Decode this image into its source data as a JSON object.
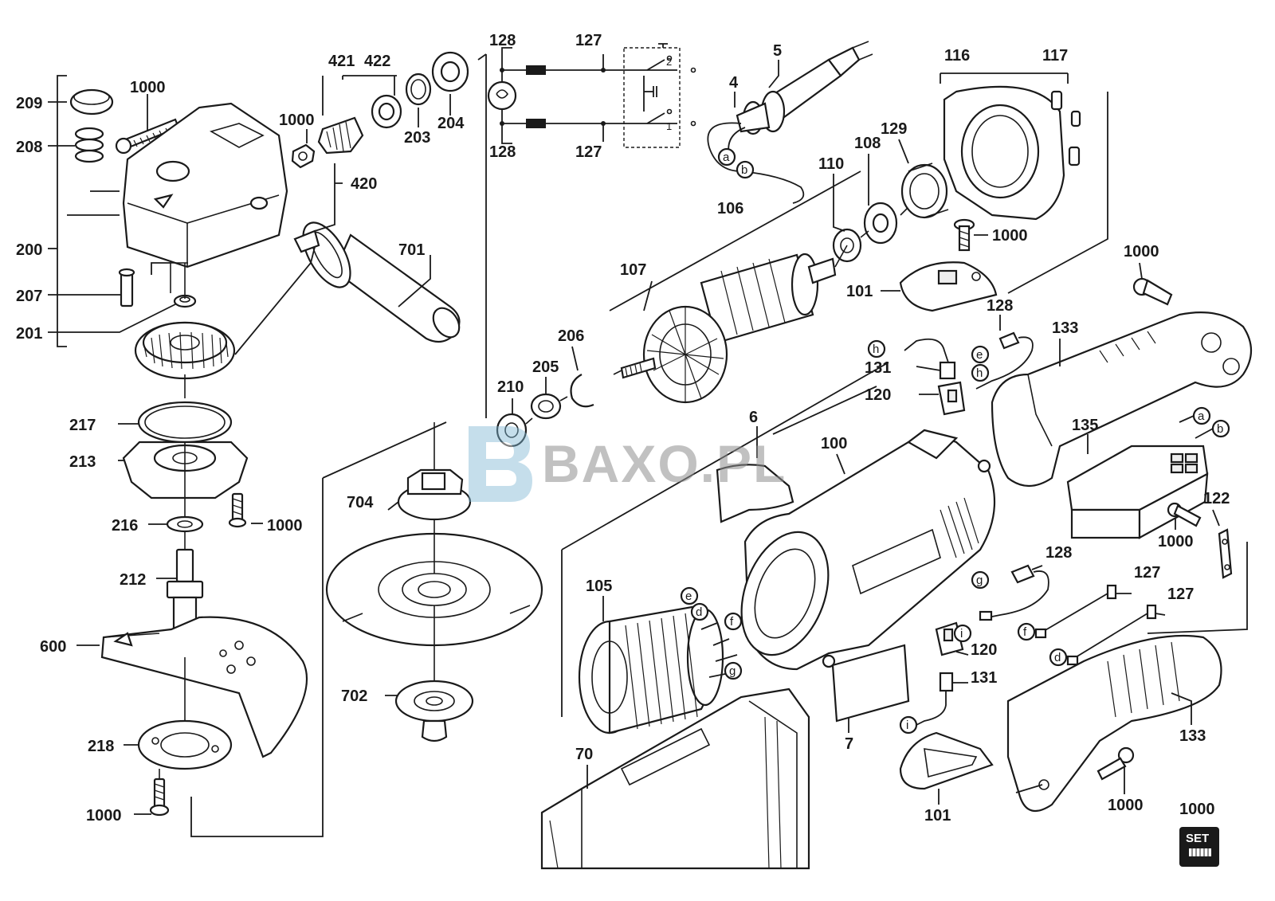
{
  "watermark": {
    "text": "BAXO.PL",
    "icon": "baxo-b-logo-icon"
  },
  "labels": {
    "l209": "209",
    "l208": "208",
    "l200": "200",
    "l207": "207",
    "l201": "201",
    "l1000_a": "1000",
    "l1000_b": "1000",
    "l421": "421",
    "l422": "422",
    "l420": "420",
    "l203": "203",
    "l204": "204",
    "l701": "701",
    "l217": "217",
    "l213": "213",
    "l216": "216",
    "l1000_c": "1000",
    "l212": "212",
    "l600": "600",
    "l218": "218",
    "l1000_d": "1000",
    "l128_a": "128",
    "l127_a": "127",
    "l128_b": "128",
    "l127_b": "127",
    "l5": "5",
    "l4": "4",
    "l116": "116",
    "l117": "117",
    "l129": "129",
    "l110": "110",
    "l108": "108",
    "l106": "106",
    "l107": "107",
    "l1000_e": "1000",
    "l101_a": "101",
    "l1000_f": "1000",
    "l128_c": "128",
    "l133_a": "133",
    "l206": "206",
    "l205": "205",
    "l210": "210",
    "l131_a": "131",
    "l120_a": "120",
    "l135": "135",
    "l6": "6",
    "l100": "100",
    "l704": "704",
    "l122": "122",
    "l1000_g": "1000",
    "l128_d": "128",
    "l127_c": "127",
    "l127_d": "127",
    "l105": "105",
    "l120_b": "120",
    "l131_b": "131",
    "l702": "702",
    "l7": "7",
    "l133_b": "133",
    "l70": "70",
    "l101_b": "101",
    "l1000_h": "1000",
    "l1000_set": "1000"
  },
  "circle_tags": {
    "a1": "a",
    "b1": "b",
    "a2": "a",
    "b2": "b",
    "e1": "e",
    "h1": "h",
    "h2": "h",
    "g1": "g",
    "i1": "i",
    "f1": "f",
    "d1": "d",
    "i2": "i",
    "e2": "e",
    "d2": "d",
    "f2": "f",
    "g2": "g"
  },
  "schematic": {
    "terminal_1": "1",
    "terminal_2": "2"
  },
  "set_badge": "SET"
}
